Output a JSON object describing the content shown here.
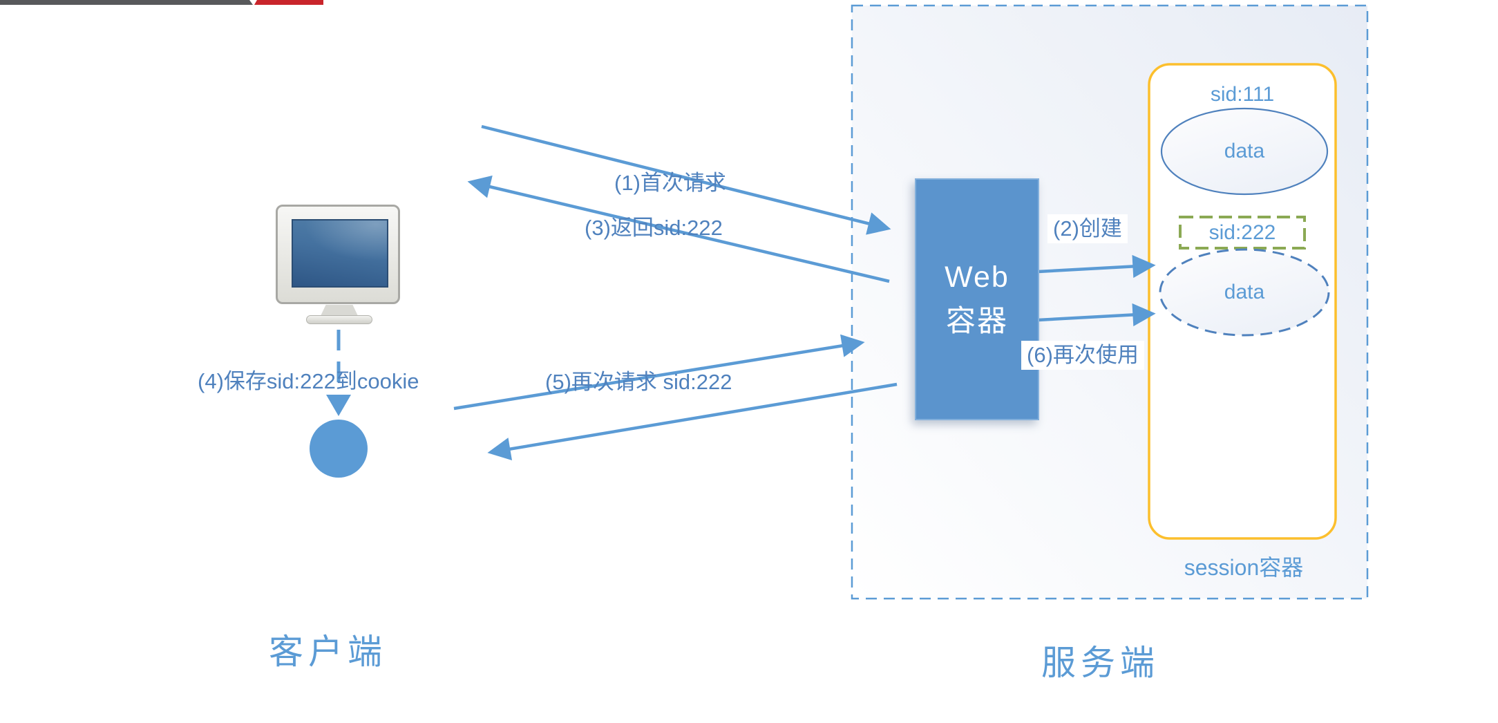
{
  "colors": {
    "accent_blue": "#5b9bd5",
    "label_blue": "#4f81bd",
    "web_box_blue": "#5b94cd",
    "session_yellow": "#fcbf2d",
    "sid_green": "#8ba954",
    "topbar_gray": "#58595b",
    "topbar_red": "#c9252b"
  },
  "diagram": {
    "client": {
      "label": "客户端"
    },
    "server": {
      "label": "服务端"
    },
    "web_container": {
      "line1": "Web",
      "line2": "容器"
    },
    "session_container": {
      "label": "session容器",
      "sid1": "sid:111",
      "data1": "data",
      "sid2": "sid:222",
      "data2": "data"
    },
    "flows": {
      "f1": "(1)首次请求",
      "f2": "(2)创建",
      "f3": "(3)返回sid:222",
      "f4": "(4)保存sid:222到cookie",
      "f5": "(5)再次请求 sid:222",
      "f6": "(6)再次使用"
    }
  }
}
